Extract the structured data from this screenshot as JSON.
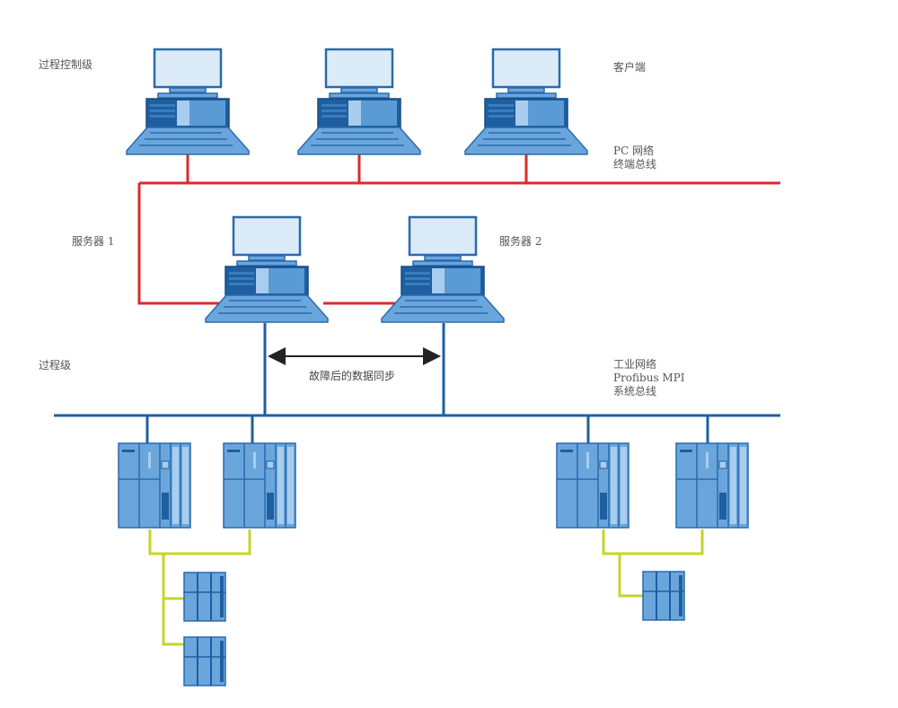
{
  "labels": {
    "process_control_level": "过程控制级",
    "clients": "客户端",
    "pc_network_line1": "PC 网络",
    "pc_network_line2": "终端总线",
    "server1": "服务器 1",
    "server2": "服务器 2",
    "process_level": "过程级",
    "sync_after_fault": "故障后的数据同步",
    "industrial_network_line1": "工业网络",
    "industrial_network_line2": "Profibus MPI",
    "industrial_network_line3": "系统总线"
  },
  "nodes": {
    "clients": [
      {
        "id": "client-1"
      },
      {
        "id": "client-2"
      },
      {
        "id": "client-3"
      }
    ],
    "servers": [
      {
        "id": "server-1"
      },
      {
        "id": "server-2"
      }
    ],
    "plcs": [
      {
        "id": "plc-1"
      },
      {
        "id": "plc-2"
      },
      {
        "id": "plc-3"
      },
      {
        "id": "plc-4"
      }
    ],
    "io_modules": [
      {
        "id": "io-1"
      },
      {
        "id": "io-2"
      },
      {
        "id": "io-3"
      }
    ]
  },
  "colors": {
    "terminal_bus": "#d92b2b",
    "system_bus": "#1f5fa0",
    "field_bus": "#c6d42a",
    "device_fill": "#5b9bd5",
    "device_stroke": "#1f5fa0",
    "screen_fill": "#dcebf8"
  }
}
